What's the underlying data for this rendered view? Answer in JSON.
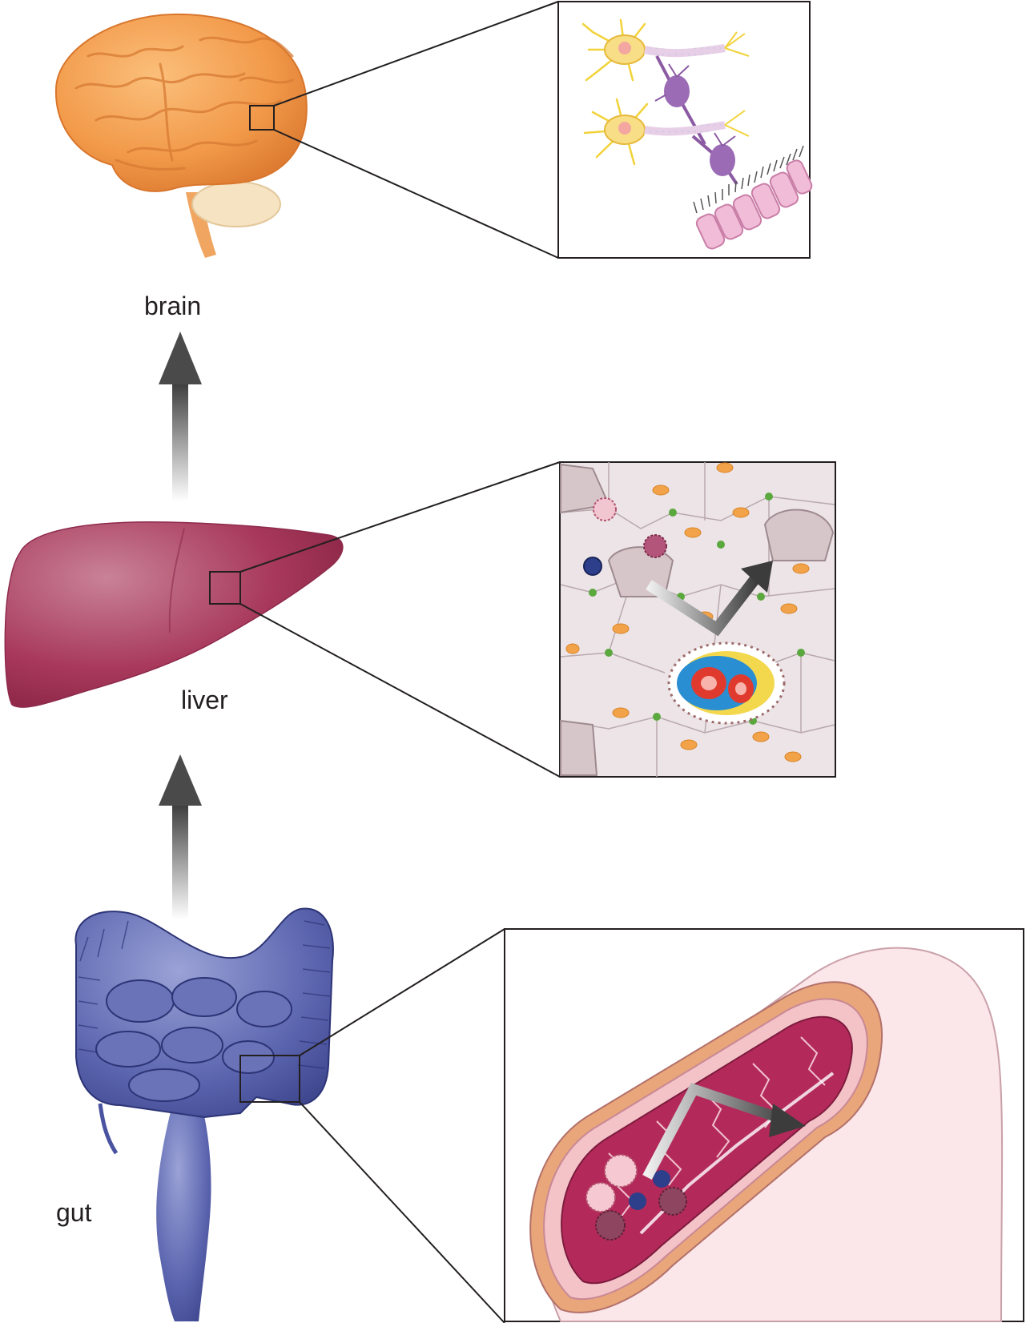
{
  "labels": {
    "brain": "brain",
    "liver": "liver",
    "gut": "gut"
  },
  "colors": {
    "brain": "#f29a4a",
    "liver": "#a8395c",
    "gut": "#5a64ae",
    "arrow_dark": "#4a4a4a",
    "panel_border": "#231f20",
    "liver_tissue": "#ece4e6",
    "gut_lumen": "#b32a5a"
  },
  "icons": {
    "brain": "brain-illustration",
    "liver": "liver-illustration",
    "gut": "intestine-illustration",
    "neurons": "neuron-network-inset",
    "hepatocytes": "liver-tissue-inset",
    "intestinal_wall": "intestine-cross-section-inset"
  }
}
